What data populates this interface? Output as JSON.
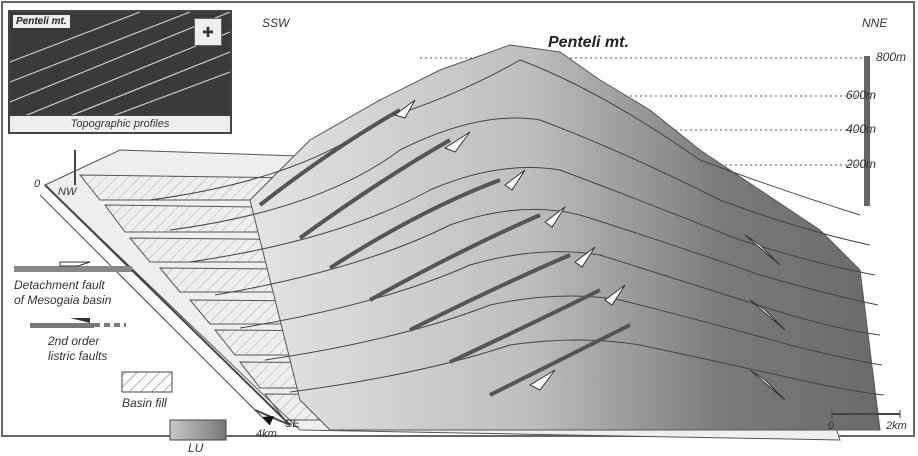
{
  "title": "Penteli mt.",
  "directions": {
    "left": "SSW",
    "right": "NNE"
  },
  "elevations": [
    "800m",
    "600m",
    "400m",
    "200m"
  ],
  "inset": {
    "title": "Penteli mt.",
    "caption": "Topographic profiles",
    "icon": "compass-icon"
  },
  "axis": {
    "origin": "0",
    "nw": "NW",
    "se": "SE",
    "distance": "4km"
  },
  "scale": {
    "start": "0",
    "end": "2km"
  },
  "legend": {
    "detachment": "Detachment fault\nof Mesogaia basin",
    "listric": "2nd order\nlistric faults",
    "basin_fill": "Basin fill",
    "lu": "LU"
  }
}
